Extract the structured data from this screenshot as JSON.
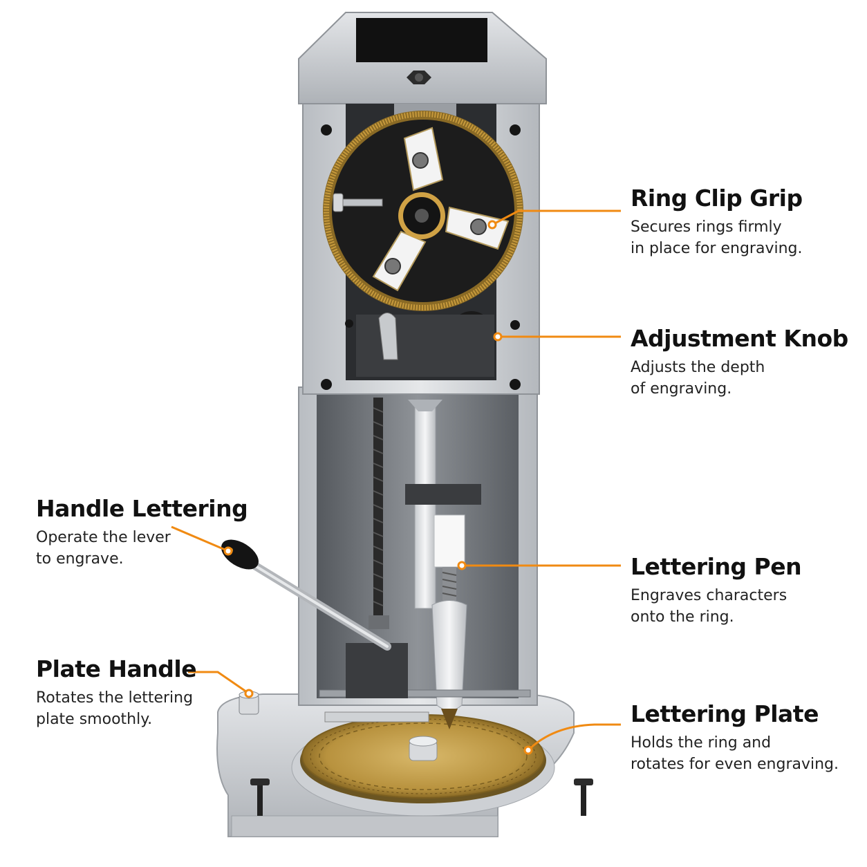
{
  "accent_color": "#F08A12",
  "callouts": {
    "ring_clip_grip": {
      "title": "Ring Clip Grip",
      "lines": [
        "Secures rings firmly",
        "in place for engraving."
      ]
    },
    "adjustment_knob": {
      "title": "Adjustment Knob",
      "lines": [
        "Adjusts the depth",
        "of engraving."
      ]
    },
    "handle_lettering": {
      "title": "Handle Lettering",
      "lines": [
        "Operate the lever",
        "to engrave."
      ]
    },
    "lettering_pen": {
      "title": "Lettering Pen",
      "lines": [
        "Engraves characters",
        "onto the ring."
      ]
    },
    "plate_handle": {
      "title": "Plate Handle",
      "lines": [
        "Rotates the lettering",
        "plate smoothly."
      ]
    },
    "lettering_plate": {
      "title": "Lettering Plate",
      "lines": [
        "Holds the ring and",
        "rotates for even engraving."
      ]
    }
  }
}
